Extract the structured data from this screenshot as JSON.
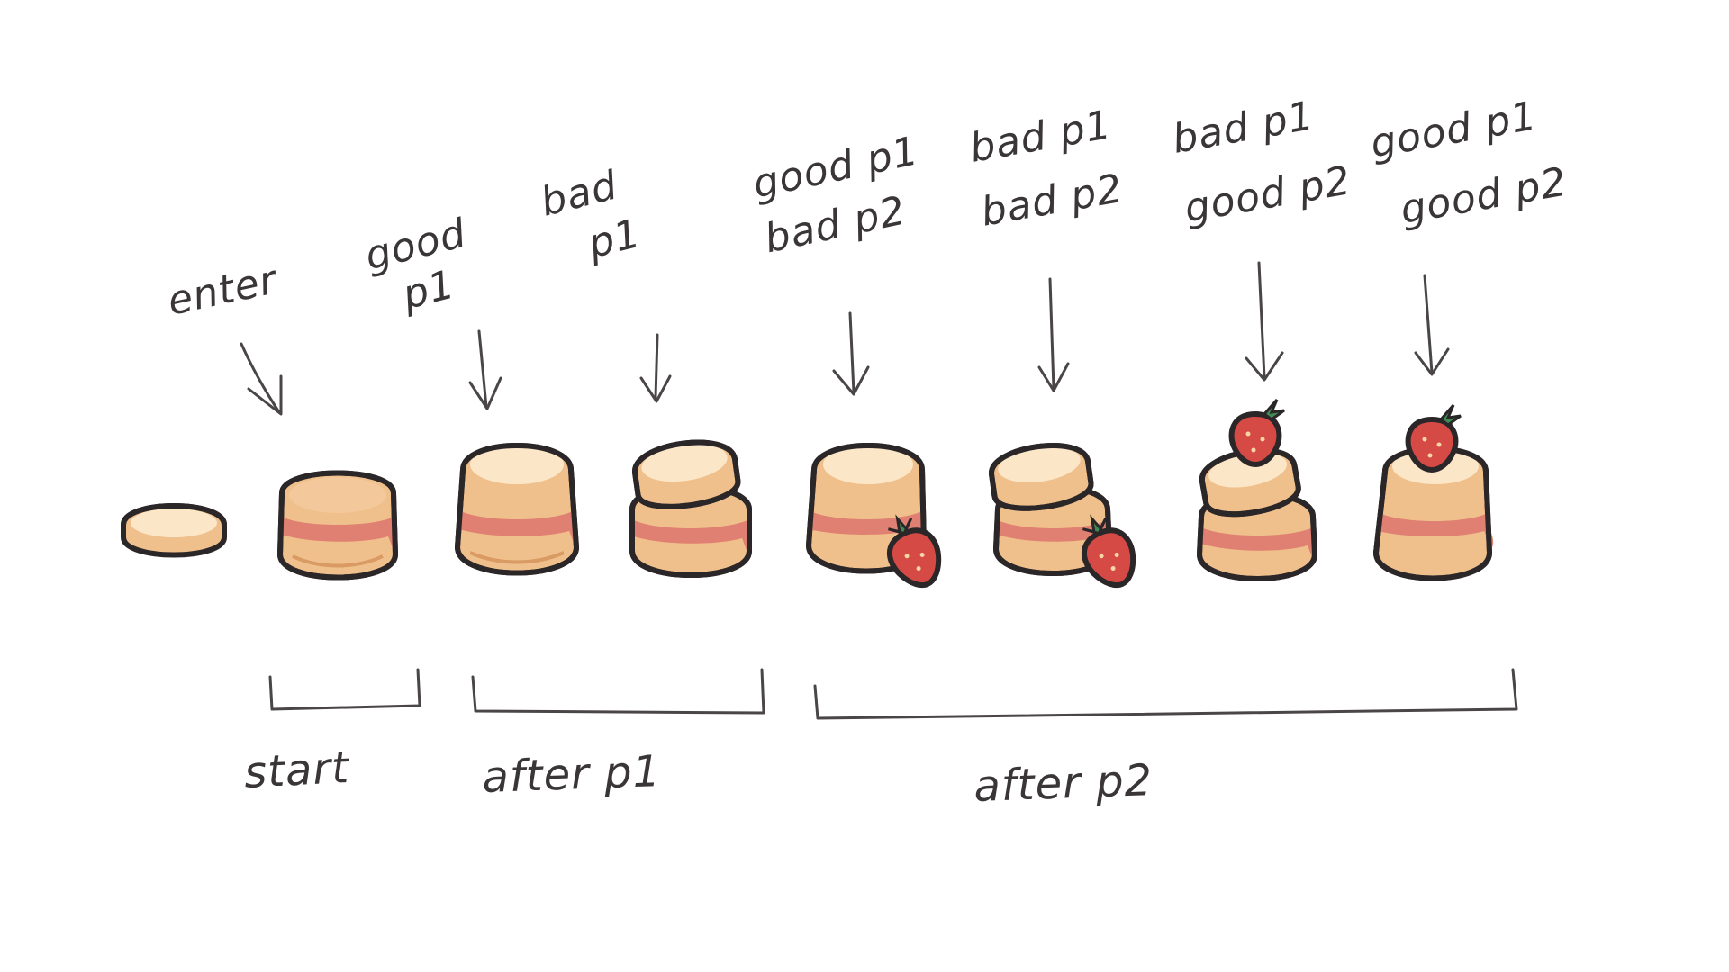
{
  "title": "",
  "stages": [
    {
      "lines": [
        "enter"
      ],
      "tilt": -12
    },
    {
      "lines": [
        "good",
        "p1"
      ],
      "tilt": -14
    },
    {
      "lines": [
        "bad",
        "p1"
      ],
      "tilt": -14
    },
    {
      "lines": [
        "good p1",
        "bad p2"
      ],
      "tilt": -12
    },
    {
      "lines": [
        "bad p1",
        "bad p2"
      ],
      "tilt": -10
    },
    {
      "lines": [
        "bad p1",
        "good p2"
      ],
      "tilt": -10
    },
    {
      "lines": [
        "good p1",
        "good p2"
      ],
      "tilt": -10
    }
  ],
  "groups": [
    {
      "label": "start"
    },
    {
      "label": "after p1"
    },
    {
      "label": "after p2"
    }
  ],
  "colors": {
    "ink": "#2b2628",
    "pencil": "#4a4648",
    "cake_body": "#f0c08c",
    "cake_top": "#fbe6c8",
    "cake_shade": "#d99a63",
    "sauce": "#e08072",
    "strawberry": "#d64a46",
    "leaf": "#3f8a55"
  }
}
